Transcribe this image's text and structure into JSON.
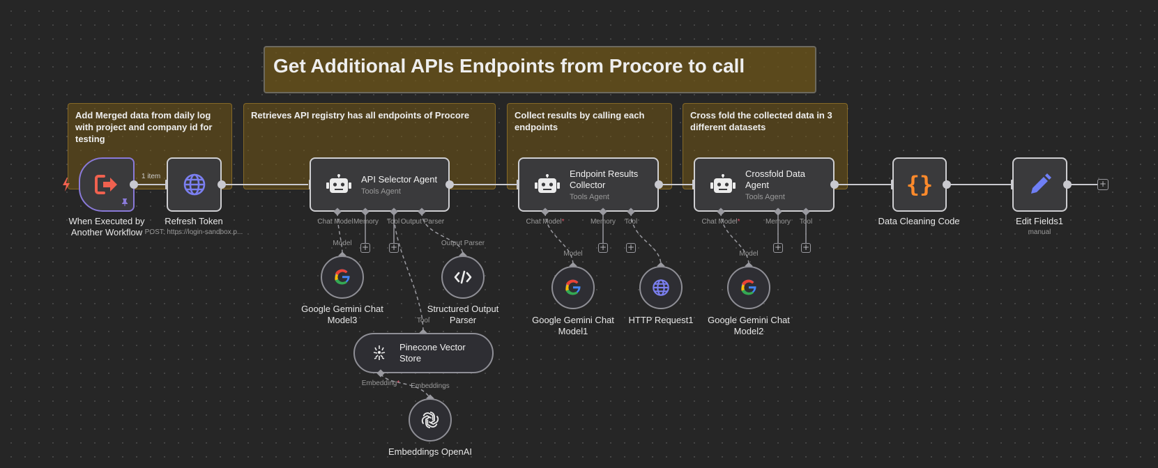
{
  "sticky_notes": {
    "title": "Get Additional APIs Endpoints from Procore to call",
    "note1": "Add Merged data from daily log with project and company id for testing",
    "note2": "Retrieves API registry has all endpoints of Procore",
    "note3": "Collect results by calling each endpoints",
    "note4": "Cross fold the collected data in 3 different datasets"
  },
  "nodes": {
    "trigger": {
      "label": "When Executed by Another Workflow"
    },
    "refresh": {
      "label": "Refresh Token",
      "sub": "POST: https://login-sandbox.p..."
    },
    "api_selector": {
      "title": "API Selector Agent",
      "sub": "Tools Agent"
    },
    "endpoint_collector": {
      "title": "Endpoint Results Collector",
      "sub": "Tools Agent"
    },
    "crossfold": {
      "title": "Crossfold Data Agent",
      "sub": "Tools Agent"
    },
    "cleaning": {
      "label": "Data Cleaning Code"
    },
    "edit": {
      "label": "Edit Fields1",
      "sub": "manual"
    },
    "gemini3": {
      "label": "Google Gemini Chat Model3"
    },
    "structured": {
      "label": "Structured Output Parser"
    },
    "pinecone": {
      "title": "Pinecone Vector Store"
    },
    "embeddings": {
      "label": "Embeddings OpenAI"
    },
    "gemini1": {
      "label": "Google Gemini Chat Model1"
    },
    "http1": {
      "label": "HTTP Request1"
    },
    "gemini2": {
      "label": "Google Gemini Chat Model2"
    }
  },
  "connection": {
    "items_badge": "1 item"
  },
  "port_labels": {
    "chat_model": "Chat Model",
    "memory": "Memory",
    "tool": "Tool",
    "output_parser": "Output Parser",
    "model": "Model",
    "embedding": "Embedding",
    "embeddings": "Embeddings",
    "required_mark": "*"
  },
  "colors": {
    "canvas": "#262626",
    "trigger_accent": "#f0614f",
    "globe": "#7b7ff0",
    "code": "#ff8a2b",
    "pencil": "#6f7ff5",
    "sticky": "#785a14"
  },
  "icons": {
    "trigger": "sign-out-icon",
    "pin": "pin-icon",
    "bolt": "bolt-icon",
    "globe": "globe-icon",
    "robot": "robot-icon",
    "code": "braces-icon",
    "edit": "pencil-icon",
    "google": "google-icon",
    "parser": "code-tag-icon",
    "pinecone": "pinecone-icon",
    "openai": "openai-icon",
    "add": "plus-icon"
  }
}
